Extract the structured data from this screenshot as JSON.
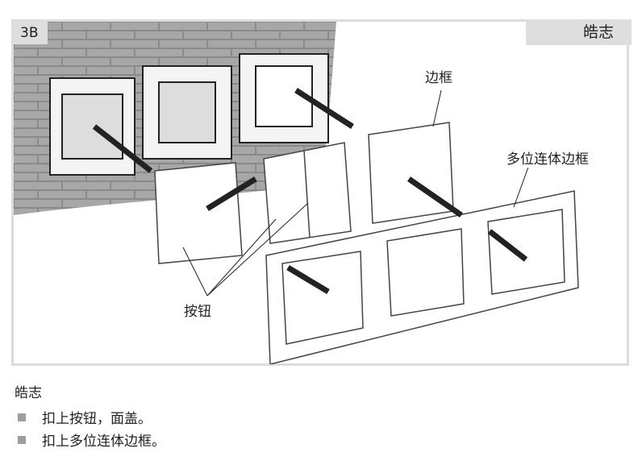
{
  "header": {
    "step": "3B",
    "brand": "皓志"
  },
  "labels": {
    "frame": "边框",
    "multi_frame": "多位连体边框",
    "buttons": "按钮"
  },
  "instructions": {
    "title": "皓志",
    "items": [
      "扣上按钮，面盖。",
      "扣上多位连体边框。"
    ]
  },
  "colors": {
    "header_bg": "#dedede",
    "bullet": "#9e9e9e"
  }
}
